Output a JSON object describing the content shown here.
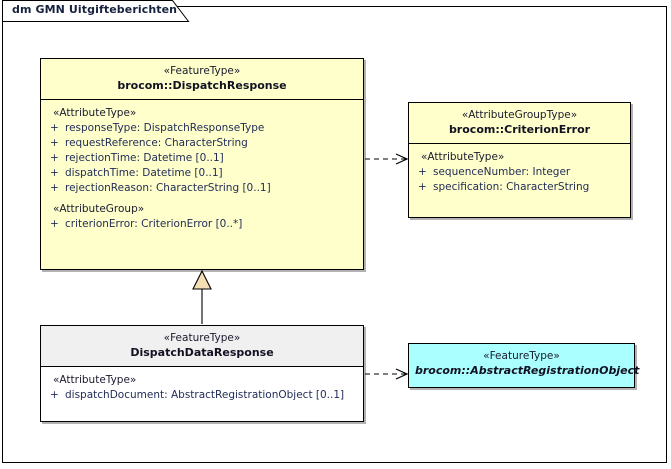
{
  "diagram": {
    "title": "dm GMN Uitgifteberichten",
    "colors": {
      "class_yellow": "#FFFFCC",
      "class_grey_header": "#F0F0F0",
      "class_cyan": "#AAFFFF",
      "border": "#000000",
      "attribute_text": "#1F2A55",
      "generalization_fill": "#F5DEB3"
    }
  },
  "classes": {
    "dispatch_response": {
      "stereotype": "«FeatureType»",
      "name": "brocom::DispatchResponse",
      "compartments": [
        {
          "group_stereotype": "«AttributeType»",
          "attributes": [
            {
              "visibility": "+",
              "text": "responseType: DispatchResponseType"
            },
            {
              "visibility": "+",
              "text": "requestReference: CharacterString"
            },
            {
              "visibility": "+",
              "text": "rejectionTime: Datetime [0..1]"
            },
            {
              "visibility": "+",
              "text": "dispatchTime: Datetime [0..1]"
            },
            {
              "visibility": "+",
              "text": "rejectionReason: CharacterString [0..1]"
            }
          ]
        },
        {
          "group_stereotype": "«AttributeGroup»",
          "attributes": [
            {
              "visibility": "+",
              "text": "criterionError: CriterionError [0..*]"
            }
          ]
        }
      ]
    },
    "criterion_error": {
      "stereotype": "«AttributeGroupType»",
      "name": "brocom::CriterionError",
      "compartments": [
        {
          "group_stereotype": "«AttributeType»",
          "attributes": [
            {
              "visibility": "+",
              "text": "sequenceNumber: Integer"
            },
            {
              "visibility": "+",
              "text": "specification: CharacterString"
            }
          ]
        }
      ]
    },
    "dispatch_data_response": {
      "stereotype": "«FeatureType»",
      "name": "DispatchDataResponse",
      "compartments": [
        {
          "group_stereotype": "«AttributeType»",
          "attributes": [
            {
              "visibility": "+",
              "text": "dispatchDocument: AbstractRegistrationObject [0..1]"
            }
          ]
        }
      ]
    },
    "abstract_registration_object": {
      "stereotype": "«FeatureType»",
      "name": "brocom::AbstractRegistrationObject",
      "compartments": []
    }
  },
  "relationships": [
    {
      "name": "dependency-dispatchresponse-to-criterionerror",
      "type": "dependency",
      "from": "dispatch_response",
      "to": "criterion_error"
    },
    {
      "name": "generalization-dispatchdataresponse-to-dispatchresponse",
      "type": "generalization",
      "from": "dispatch_data_response",
      "to": "dispatch_response"
    },
    {
      "name": "dependency-dispatchdataresponse-to-abstractregistrationobject",
      "type": "dependency",
      "from": "dispatch_data_response",
      "to": "abstract_registration_object"
    }
  ]
}
